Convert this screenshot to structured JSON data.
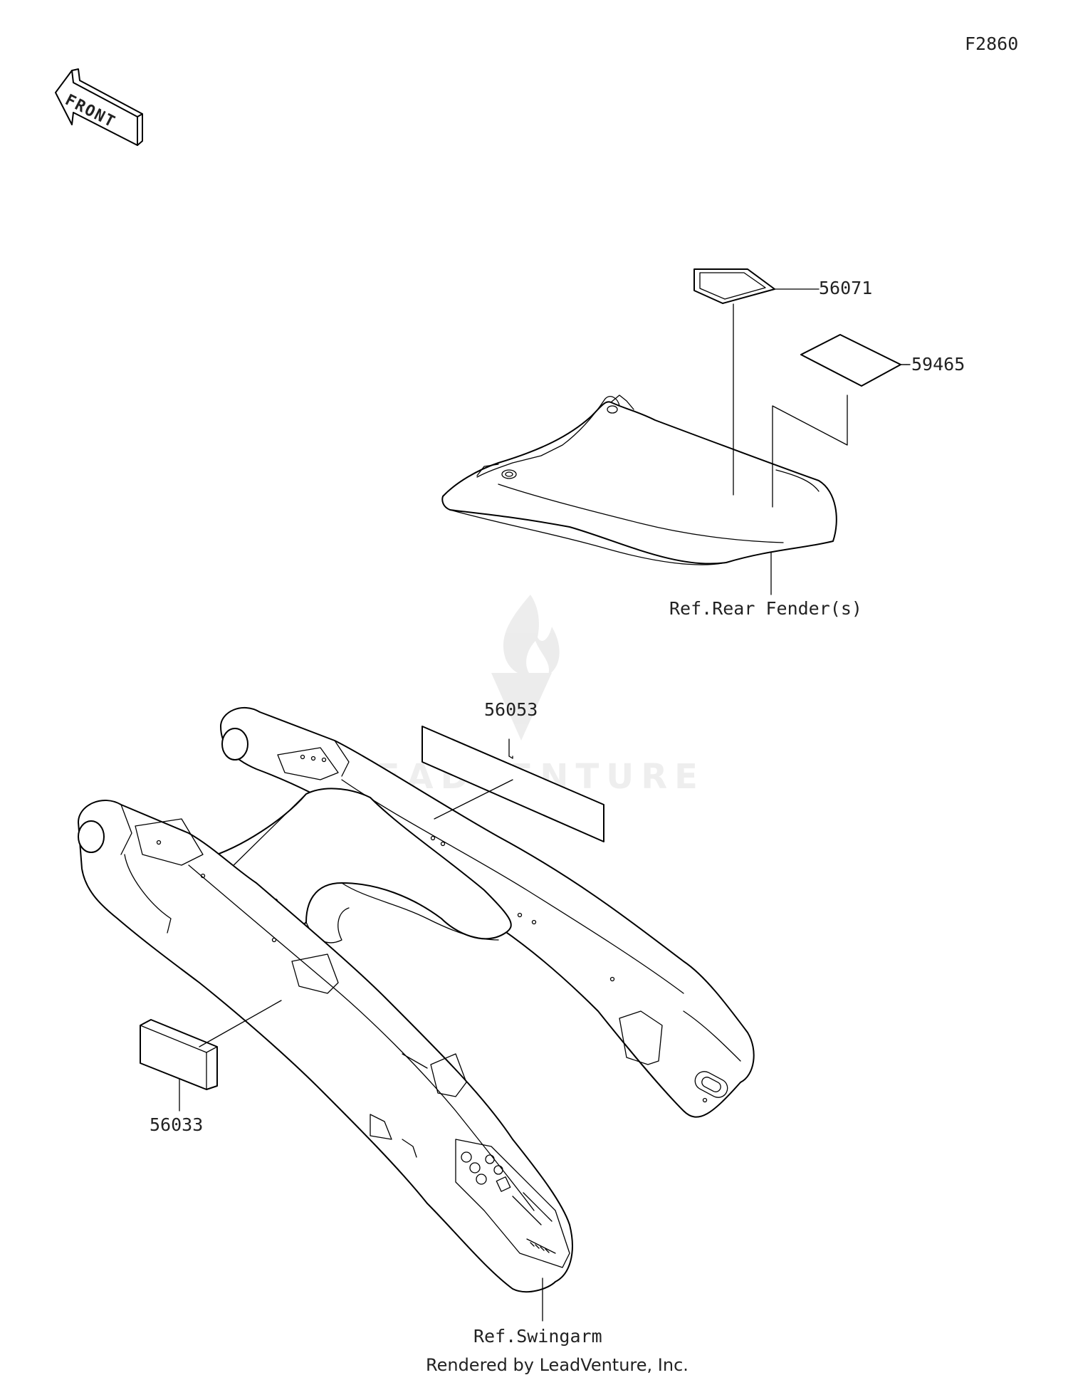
{
  "diagram_id": "F2860",
  "front_arrow": {
    "text": "FRONT",
    "icon": "front-arrow-icon"
  },
  "callouts": {
    "p56071": "56071",
    "p59465": "59465",
    "p56053": "56053",
    "p56033": "56033"
  },
  "references": {
    "rear_fender": "Ref.Rear Fender(s)",
    "swingarm": "Ref.Swingarm"
  },
  "watermark": {
    "text": "LEADVENTURE",
    "icon": "leadventure-logo-icon"
  },
  "footer": "Rendered by LeadVenture, Inc."
}
